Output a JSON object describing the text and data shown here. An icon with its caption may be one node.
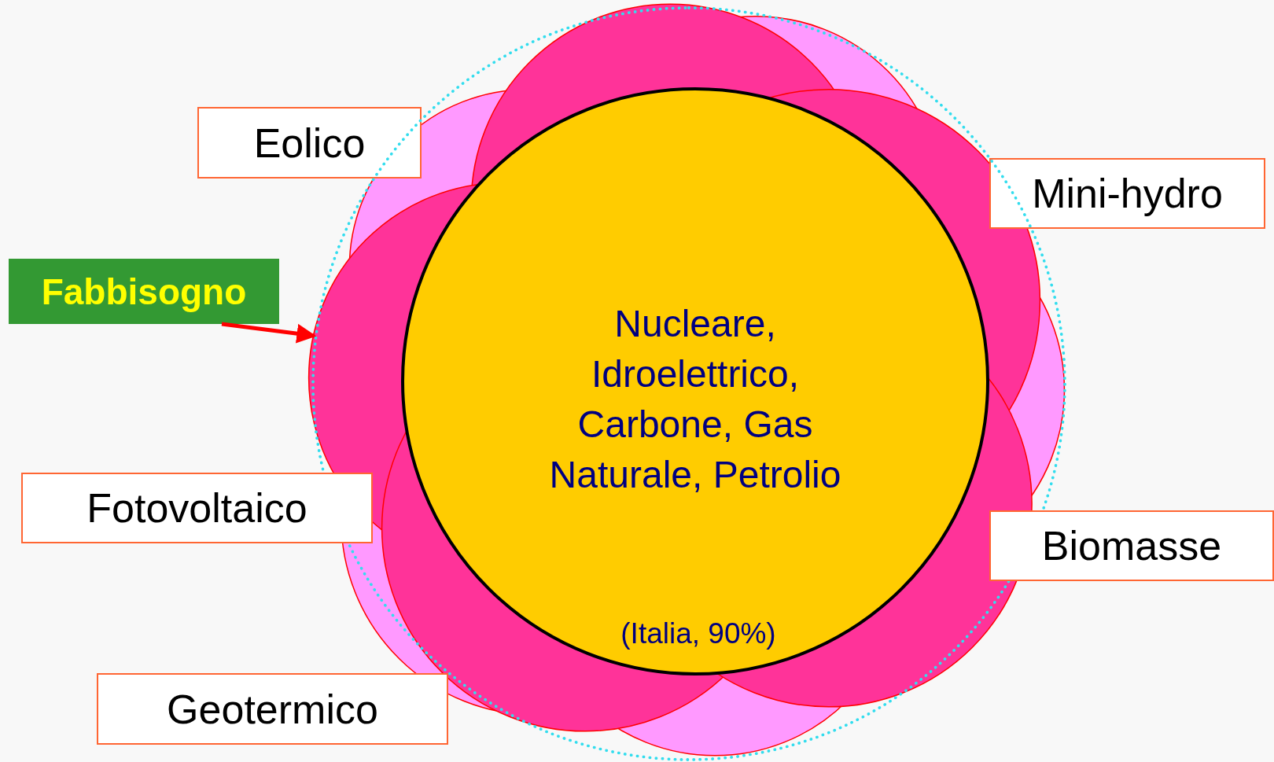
{
  "diagram": {
    "nodes": [
      {
        "text": [
          "Eolico"
        ]
      },
      {
        "text": [
          "Mini-hydro"
        ]
      },
      {
        "text": [
          "Fabbisogno"
        ]
      },
      {
        "text": [],
        "shape": "circle"
      },
      {
        "text": [
          "Nucleare, Idroelettrico, Carbone, Gas Naturale, Petrolio",
          "(Italia, 90%)"
        ],
        "in": 3
      },
      {
        "text": [
          "Fotovoltaico"
        ]
      },
      {
        "text": [
          "Biomasse"
        ]
      },
      {
        "text": [
          "Geotermico"
        ]
      }
    ],
    "edges": [
      {
        "from": 2,
        "to": 3,
        "arrow": "to"
      }
    ]
  }
}
